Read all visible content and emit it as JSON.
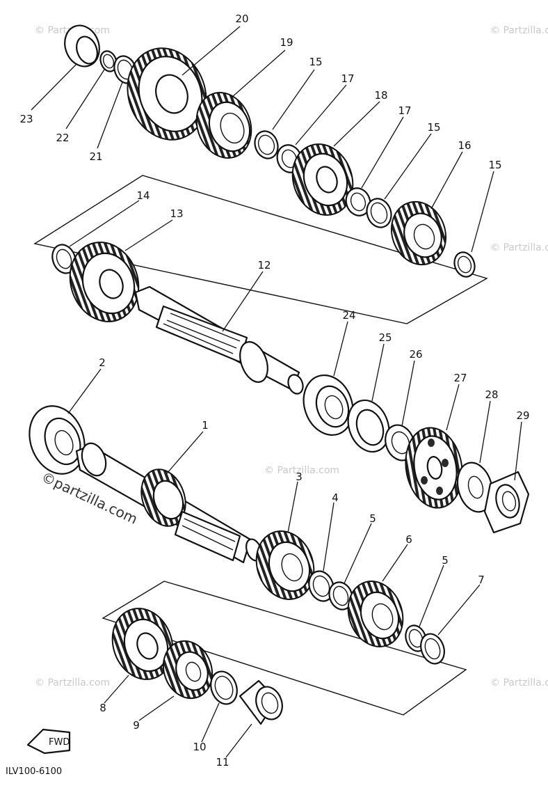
{
  "diagram": {
    "drawing_code": "ILV100-6100",
    "direction_marker": "FWD",
    "watermark_main": "©partzilla.com",
    "watermark_faint": "© Partzilla.com"
  },
  "callouts": [
    {
      "id": "20",
      "label": "20"
    },
    {
      "id": "19",
      "label": "19"
    },
    {
      "id": "15a",
      "label": "15"
    },
    {
      "id": "17a",
      "label": "17"
    },
    {
      "id": "18",
      "label": "18"
    },
    {
      "id": "17b",
      "label": "17"
    },
    {
      "id": "15b",
      "label": "15"
    },
    {
      "id": "16",
      "label": "16"
    },
    {
      "id": "15c",
      "label": "15"
    },
    {
      "id": "23",
      "label": "23"
    },
    {
      "id": "22",
      "label": "22"
    },
    {
      "id": "21",
      "label": "21"
    },
    {
      "id": "14",
      "label": "14"
    },
    {
      "id": "13",
      "label": "13"
    },
    {
      "id": "12",
      "label": "12"
    },
    {
      "id": "24",
      "label": "24"
    },
    {
      "id": "25",
      "label": "25"
    },
    {
      "id": "26",
      "label": "26"
    },
    {
      "id": "27",
      "label": "27"
    },
    {
      "id": "28",
      "label": "28"
    },
    {
      "id": "29",
      "label": "29"
    },
    {
      "id": "2",
      "label": "2"
    },
    {
      "id": "1",
      "label": "1"
    },
    {
      "id": "3",
      "label": "3"
    },
    {
      "id": "4",
      "label": "4"
    },
    {
      "id": "5a",
      "label": "5"
    },
    {
      "id": "6",
      "label": "6"
    },
    {
      "id": "5b",
      "label": "5"
    },
    {
      "id": "7",
      "label": "7"
    },
    {
      "id": "8",
      "label": "8"
    },
    {
      "id": "9",
      "label": "9"
    },
    {
      "id": "10",
      "label": "10"
    },
    {
      "id": "11",
      "label": "11"
    }
  ]
}
